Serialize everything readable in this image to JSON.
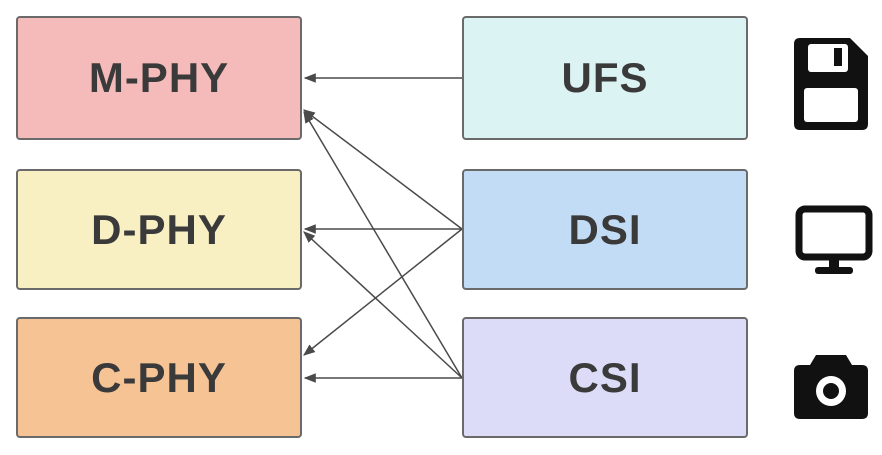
{
  "phy_layers": [
    {
      "id": "m-phy",
      "label": "M-PHY",
      "color": "#f5baba"
    },
    {
      "id": "d-phy",
      "label": "D-PHY",
      "color": "#f8efc3"
    },
    {
      "id": "c-phy",
      "label": "C-PHY",
      "color": "#f6c394"
    }
  ],
  "protocols": [
    {
      "id": "ufs",
      "label": "UFS",
      "color": "#dbf3f3",
      "icon": "floppy-disk-icon"
    },
    {
      "id": "dsi",
      "label": "DSI",
      "color": "#c3dcf5",
      "icon": "monitor-icon"
    },
    {
      "id": "csi",
      "label": "CSI",
      "color": "#dcdcf8",
      "icon": "camera-icon"
    }
  ],
  "connections": [
    {
      "from": "UFS",
      "to": "M-PHY"
    },
    {
      "from": "DSI",
      "to": "M-PHY"
    },
    {
      "from": "DSI",
      "to": "D-PHY"
    },
    {
      "from": "DSI",
      "to": "C-PHY"
    },
    {
      "from": "CSI",
      "to": "M-PHY"
    },
    {
      "from": "CSI",
      "to": "D-PHY"
    },
    {
      "from": "CSI",
      "to": "C-PHY"
    }
  ],
  "colors": {
    "border": "#6a6a6a",
    "text": "#3a3a3a",
    "arrow": "#4a4a4a",
    "icon": "#111111"
  }
}
